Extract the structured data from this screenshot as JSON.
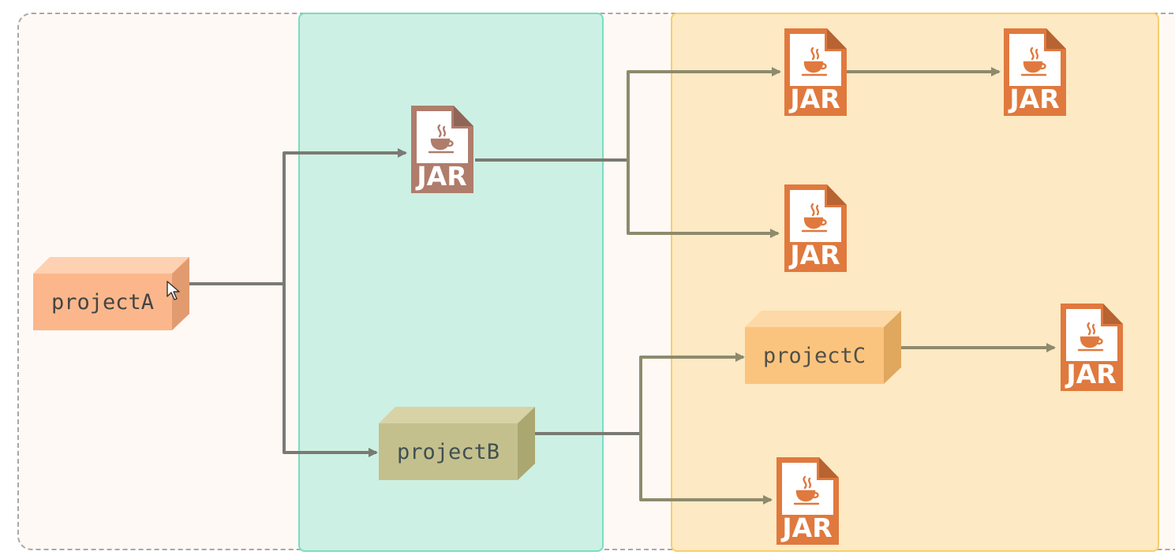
{
  "diagram": {
    "projects": {
      "a": {
        "label": "projectA"
      },
      "b": {
        "label": "projectB"
      },
      "c": {
        "label": "projectC"
      }
    },
    "jar_label": "JAR",
    "jar_icon": "java-coffee-cup-icon",
    "colors": {
      "teal_zone": "#cdf0e4",
      "yellow_zone": "#fde9c3",
      "jar_brown": "#b07c6b",
      "jar_orange": "#e0793e",
      "arrow_gray": "#7a7a72"
    }
  }
}
